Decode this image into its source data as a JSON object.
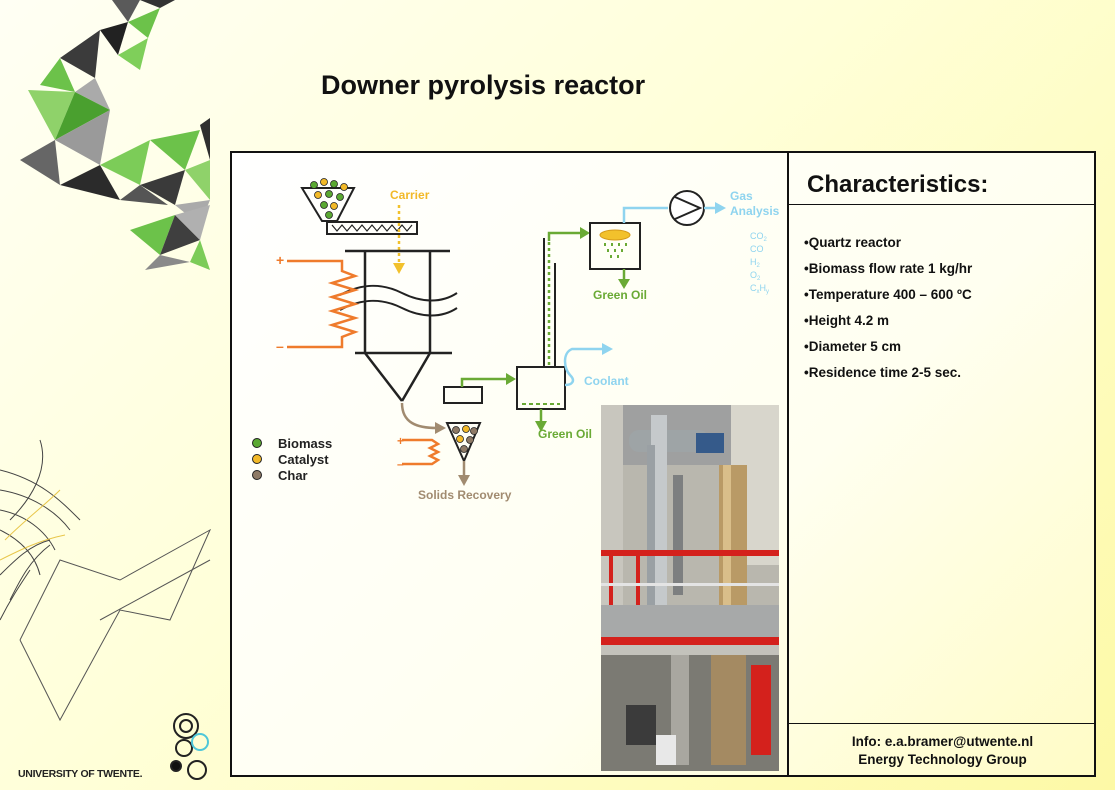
{
  "slide": {
    "title": "Downer pyrolysis reactor"
  },
  "diagram": {
    "carrier": "Carrier",
    "gas_analysis_line1": "Gas",
    "gas_analysis_line2": "Analysis",
    "gases": [
      "CO",
      "CO",
      "H",
      "O",
      "C",
      "H",
      "x",
      "y"
    ],
    "green_oil_top": "Green Oil",
    "green_oil_bottom": "Green Oil",
    "coolant": "Coolant",
    "solids_recovery": "Solids Recovery",
    "plus": "+",
    "minus": "–"
  },
  "legend": {
    "items": [
      {
        "label": "Biomass",
        "color": "#5aa832"
      },
      {
        "label": "Catalyst",
        "color": "#f2b928"
      },
      {
        "label": "Char",
        "color": "#8e7a66"
      }
    ]
  },
  "colors": {
    "orange": "#ef7b2c",
    "green": "#6aaa35",
    "blue": "#8fd4ef",
    "brown": "#a18b70",
    "yellow": "#f2c12c"
  },
  "characteristics": {
    "title": "Characteristics:",
    "items": [
      "•Quartz reactor",
      "•Biomass flow rate 1 kg/hr",
      "•Temperature 400 – 600 ºC",
      "•Height 4.2 m",
      "•Diameter 5 cm",
      "•Residence time 2-5 sec."
    ]
  },
  "info": {
    "line1": "Info: e.a.bramer@utwente.nl",
    "line2": "Energy Technology Group"
  },
  "footer": {
    "university": "UNIVERSITY OF TWENTE."
  }
}
